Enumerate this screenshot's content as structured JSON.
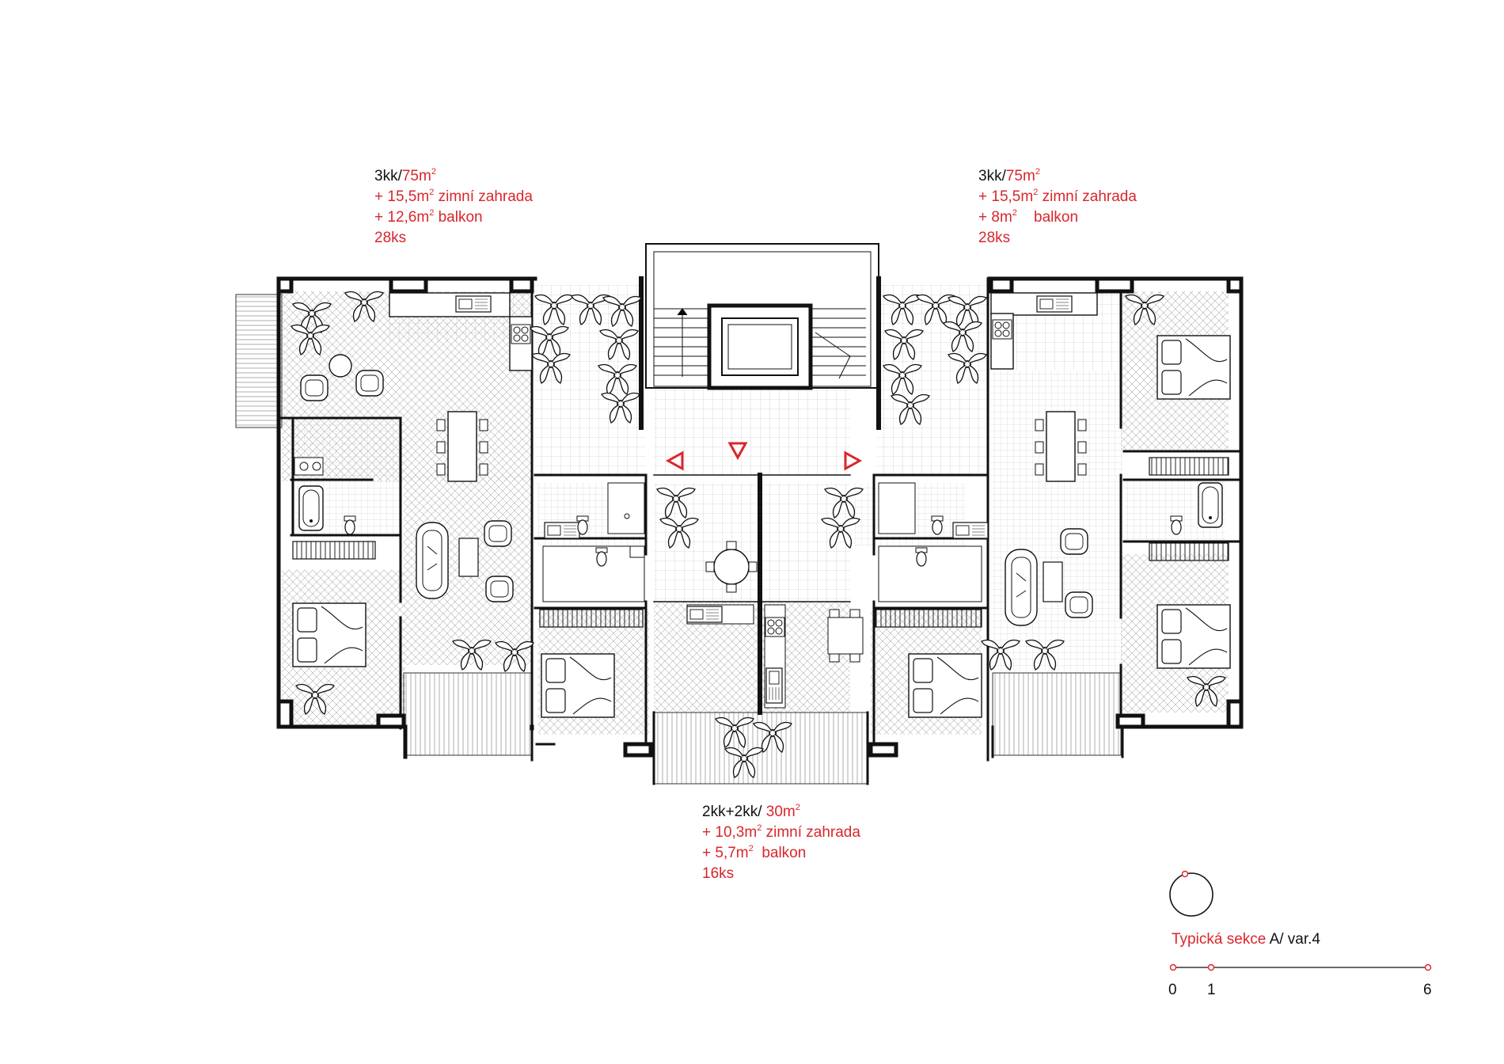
{
  "units": {
    "left": {
      "type": "3kk/",
      "area": "75m",
      "line2": "+ 15,5m",
      "line2b": "zimní zahrada",
      "line3": "+ 12,6m",
      "line3b": "balkon",
      "count": "28ks"
    },
    "right": {
      "type": "3kk/",
      "area": "75m",
      "line2": "+ 15,5m",
      "line2b": "zimní zahrada",
      "line3": "+ 8m",
      "line3b": "balkon",
      "count": "28ks"
    },
    "bottom": {
      "type": "2kk+2kk/",
      "area": "30m",
      "line2": "+ 10,3m",
      "line2b": "zimní zahrada",
      "line3": "+ 5,7m",
      "line3b": "balkon",
      "count": "16ks"
    },
    "sup": "2"
  },
  "legend": {
    "title_red": "Typická sekce",
    "title_black": "A/ var.4",
    "scale": [
      "0",
      "1",
      "6"
    ]
  },
  "colors": {
    "accent": "#d9262b",
    "line": "#111111",
    "hatch": "#9a9a9a"
  },
  "icons": [
    "north-arrow-icon",
    "entrance-arrow-icon",
    "plant-icon",
    "bed-icon",
    "sofa-icon",
    "table-icon",
    "bathtub-icon",
    "toilet-icon",
    "sink-icon",
    "stove-icon"
  ]
}
